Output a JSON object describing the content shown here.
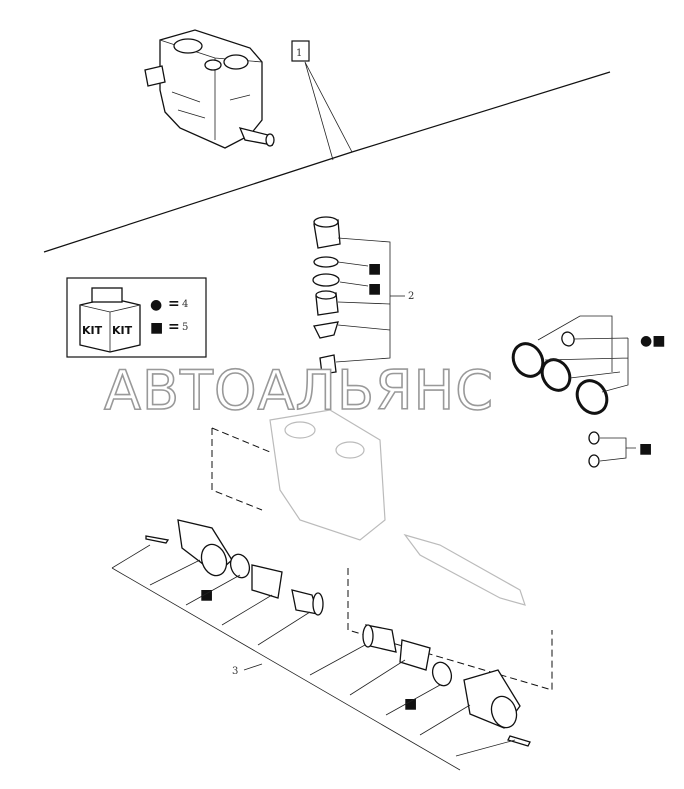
{
  "diagram": {
    "callouts": {
      "assembly_ref": "1",
      "plug_kit_ref": "2",
      "spool_kit_ref": "3"
    },
    "kit_legend": {
      "box_text": "KIT",
      "circle_symbol": "●",
      "square_symbol": "■",
      "circle_ref": "4",
      "square_ref": "5",
      "equals": "="
    },
    "oring_set_markers": "●■",
    "square_marker": "■"
  },
  "watermark": "АВТОАЛЬЯНС",
  "colors": {
    "line": "#111111",
    "background": "#ffffff",
    "watermark_outline": "#999999"
  }
}
